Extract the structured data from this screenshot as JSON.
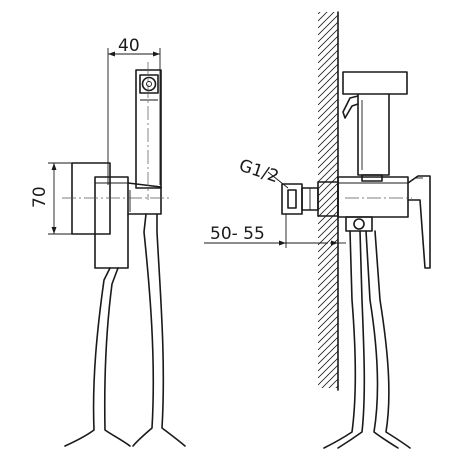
{
  "dimensions": {
    "width_label": "40",
    "height_label": "70",
    "thread_label": "G1/2",
    "depth_label": "50- 55"
  }
}
